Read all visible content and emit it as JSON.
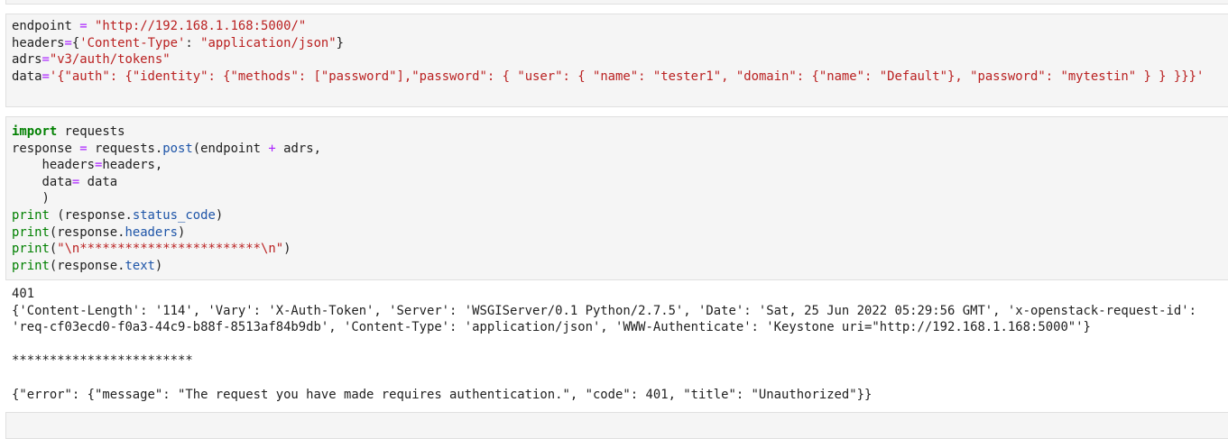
{
  "cells": [
    {
      "lines": [
        [
          [
            "pl",
            "endpoint "
          ],
          [
            "op",
            "="
          ],
          [
            "pl",
            " "
          ],
          [
            "st",
            "\"http://192.168.1.168:5000/\""
          ]
        ],
        [
          [
            "pl",
            "headers"
          ],
          [
            "op",
            "="
          ],
          [
            "pl",
            "{"
          ],
          [
            "st",
            "'Content-Type'"
          ],
          [
            "pl",
            ": "
          ],
          [
            "st",
            "\"application/json\""
          ],
          [
            "pl",
            "}"
          ]
        ],
        [
          [
            "pl",
            "adrs"
          ],
          [
            "op",
            "="
          ],
          [
            "st",
            "\"v3/auth/tokens\""
          ]
        ],
        [
          [
            "pl",
            "data"
          ],
          [
            "op",
            "="
          ],
          [
            "st",
            "'{\"auth\": {\"identity\": {\"methods\": [\"password\"],\"password\": { \"user\": { \"name\": \"tester1\", \"domain\": {\"name\": \"Default\"}, \"password\": \"mytestin\" } } }}}'"
          ]
        ]
      ]
    },
    {
      "lines": [
        [
          [
            "kw",
            "import"
          ],
          [
            "pl",
            " requests"
          ]
        ],
        [
          [
            "pl",
            "response "
          ],
          [
            "op",
            "="
          ],
          [
            "pl",
            " requests."
          ],
          [
            "at",
            "post"
          ],
          [
            "pl",
            "(endpoint "
          ],
          [
            "op",
            "+"
          ],
          [
            "pl",
            " adrs,"
          ]
        ],
        [
          [
            "pl",
            "    headers"
          ],
          [
            "op",
            "="
          ],
          [
            "pl",
            "headers,"
          ]
        ],
        [
          [
            "pl",
            "    data"
          ],
          [
            "op",
            "="
          ],
          [
            "pl",
            " data"
          ]
        ],
        [
          [
            "pl",
            "    )"
          ]
        ],
        [
          [
            "bi",
            "print"
          ],
          [
            "pl",
            " (response."
          ],
          [
            "at",
            "status_code"
          ],
          [
            "pl",
            ")"
          ]
        ],
        [
          [
            "bi",
            "print"
          ],
          [
            "pl",
            "(response."
          ],
          [
            "at",
            "headers"
          ],
          [
            "pl",
            ")"
          ]
        ],
        [
          [
            "bi",
            "print"
          ],
          [
            "pl",
            "("
          ],
          [
            "st",
            "\"\\n************************\\n\""
          ],
          [
            "pl",
            ")"
          ]
        ],
        [
          [
            "bi",
            "print"
          ],
          [
            "pl",
            "(response."
          ],
          [
            "at",
            "text"
          ],
          [
            "pl",
            ")"
          ]
        ]
      ]
    }
  ],
  "output": {
    "lines": [
      "401",
      "{'Content-Length': '114', 'Vary': 'X-Auth-Token', 'Server': 'WSGIServer/0.1 Python/2.7.5', 'Date': 'Sat, 25 Jun 2022 05:29:56 GMT', 'x-openstack-request-id':",
      "'req-cf03ecd0-f0a3-44c9-b88f-8513af84b9db', 'Content-Type': 'application/json', 'WWW-Authenticate': 'Keystone uri=\"http://192.168.1.168:5000\"'}",
      "",
      "************************",
      "",
      "{\"error\": {\"message\": \"The request you have made requires authentication.\", \"code\": 401, \"title\": \"Unauthorized\"}}"
    ]
  }
}
